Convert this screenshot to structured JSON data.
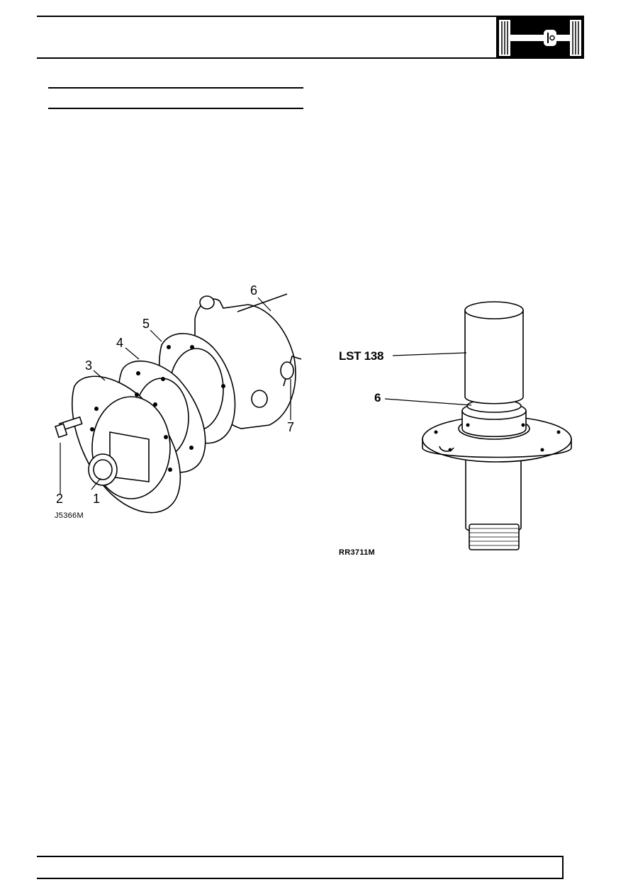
{
  "header": {
    "logo_icon": "axle-drivetrain-icon"
  },
  "figures": {
    "left": {
      "ref": "J5366M",
      "callouts": [
        "1",
        "2",
        "3",
        "4",
        "5",
        "6",
        "7"
      ]
    },
    "right": {
      "ref": "RR3711M",
      "tool_label": "LST 138",
      "part_label": "6"
    }
  },
  "colors": {
    "ink": "#000000",
    "paper": "#ffffff"
  }
}
